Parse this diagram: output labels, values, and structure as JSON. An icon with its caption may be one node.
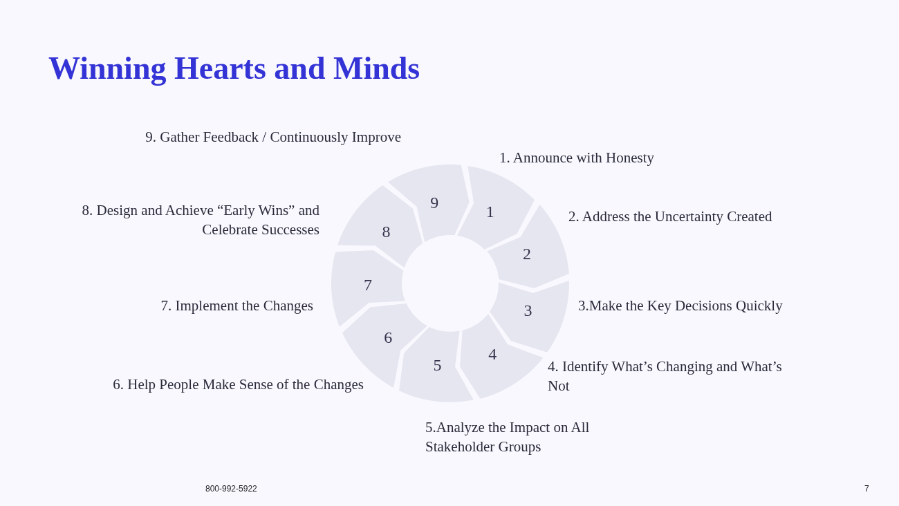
{
  "diagram": {
    "title": "Winning Hearts and Minds",
    "nodes": [
      {
        "text": [
          "1"
        ],
        "beside": [
          "1. Announce with Honesty"
        ]
      },
      {
        "text": [
          "2"
        ],
        "beside": [
          "2. Address the Uncertainty Created"
        ]
      },
      {
        "text": [
          "3"
        ],
        "beside": [
          "3.Make the Key Decisions Quickly"
        ]
      },
      {
        "text": [
          "4"
        ],
        "beside": [
          "4. Identify What’s Changing and What’s Not"
        ]
      },
      {
        "text": [
          "5"
        ],
        "beside": [
          "5.Analyze the Impact on All Stakeholder Groups"
        ]
      },
      {
        "text": [
          "6"
        ],
        "beside": [
          "6. Help People Make Sense of the Changes"
        ]
      },
      {
        "text": [
          "7"
        ],
        "beside": [
          "7. Implement the Changes"
        ]
      },
      {
        "text": [
          "8"
        ],
        "beside": [
          "8. Design and Achieve “Early Wins” and Celebrate Successes"
        ]
      },
      {
        "text": [
          "9"
        ],
        "beside": [
          "9. Gather Feedback / Continuously Improve"
        ]
      }
    ],
    "labels": [
      "800-992-5922",
      "7"
    ]
  }
}
